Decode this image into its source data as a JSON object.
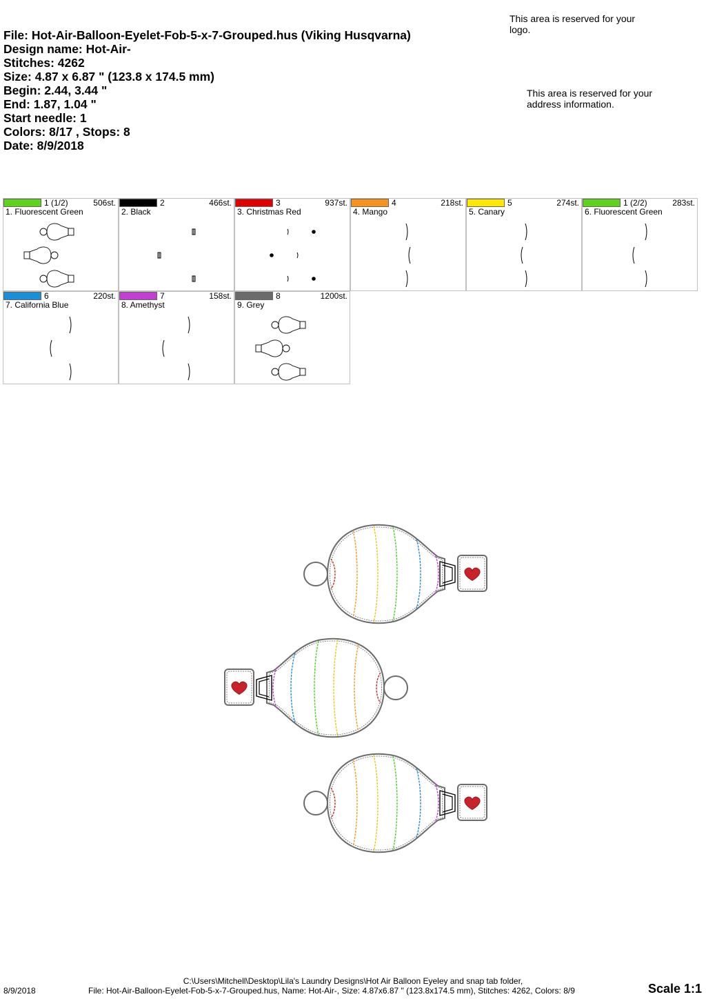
{
  "header": {
    "file_line": "File: Hot-Air-Balloon-Eyelet-Fob-5-x-7-Grouped.hus  (Viking Husqvarna)",
    "design_name": "Design name: Hot-Air-",
    "stitches": "Stitches: 4262",
    "size": "Size: 4.87 x 6.87 \" (123.8 x 174.5 mm)",
    "begin": "Begin: 2.44, 3.44 \"",
    "end": "End: 1.87, 1.04 \"",
    "start_needle": "Start needle: 1",
    "colors": "Colors: 8/17 , Stops: 8",
    "date": "Date: 8/9/2018"
  },
  "reserved": {
    "logo": "This area is reserved for your logo.",
    "address": "This area is reserved for your address information."
  },
  "color_blocks": [
    {
      "num": "1 (1/2)",
      "stitches": "506st.",
      "name": "1. Fluorescent Green",
      "color": "#5ed31c",
      "thumb": "outline-balloons"
    },
    {
      "num": "2",
      "stitches": "466st.",
      "name": "2. Black",
      "color": "#000000",
      "thumb": "baskets"
    },
    {
      "num": "3",
      "stitches": "937st.",
      "name": "3. Christmas Red",
      "color": "#e00000",
      "thumb": "hearts"
    },
    {
      "num": "4",
      "stitches": "218st.",
      "name": "4. Mango",
      "color": "#f7941d",
      "thumb": "stripe-a"
    },
    {
      "num": "5",
      "stitches": "274st.",
      "name": "5. Canary",
      "color": "#ffe800",
      "thumb": "stripe-b"
    },
    {
      "num": "1 (2/2)",
      "stitches": "283st.",
      "name": "6. Fluorescent Green",
      "color": "#5ed31c",
      "thumb": "stripe-c"
    },
    {
      "num": "6",
      "stitches": "220st.",
      "name": "7. California Blue",
      "color": "#1a8fd8",
      "thumb": "stripe-d"
    },
    {
      "num": "7",
      "stitches": "158st.",
      "name": "8. Amethyst",
      "color": "#c23fd0",
      "thumb": "stripe-e"
    },
    {
      "num": "8",
      "stitches": "1200st.",
      "name": "9. Grey",
      "color": "#6b6b6b",
      "thumb": "outline-balloons"
    }
  ],
  "footer": {
    "date": "8/9/2018",
    "path_line": "C:\\Users\\Mitchell\\Desktop\\Lila's Laundry Designs\\Hot Air Balloon Eyeley and snap tab folder,",
    "info_line": "File: Hot-Air-Balloon-Eyelet-Fob-5-x-7-Grouped.hus, Name: Hot-Air-, Size: 4.87x6.87 \" (123.8x174.5 mm), Stitches: 4262, Colors: 8/9",
    "scale": "Scale 1:1"
  }
}
